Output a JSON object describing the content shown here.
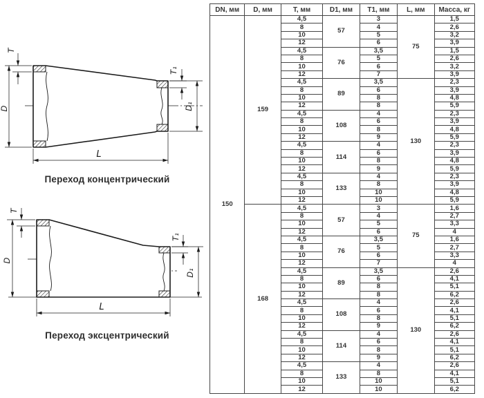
{
  "diagrams": {
    "concentric": {
      "title": "Переход концентрический",
      "labels": {
        "d": "D",
        "d1": "D₁",
        "t": "T",
        "t1": "T₁",
        "l": "L"
      }
    },
    "eccentric": {
      "title": "Переход эксцентрический",
      "labels": {
        "d": "D",
        "d1": "D₁",
        "t": "T",
        "t1": "T₁",
        "l": "L"
      }
    },
    "line_color": "#1b1b1b"
  },
  "table": {
    "headers": [
      "DN, мм",
      "D, мм",
      "T, мм",
      "D1, мм",
      "T1, мм",
      "L, мм",
      "Масса, кг"
    ],
    "dn": "150",
    "groups": [
      {
        "d": "159",
        "blocks": [
          {
            "l": "75",
            "d1_blocks": [
              {
                "d1": "57",
                "rows": [
                  [
                    "4,5",
                    "3",
                    "1,5"
                  ],
                  [
                    "8",
                    "4",
                    "2,6"
                  ],
                  [
                    "10",
                    "5",
                    "3,2"
                  ],
                  [
                    "12",
                    "6",
                    "3,9"
                  ]
                ]
              },
              {
                "d1": "76",
                "rows": [
                  [
                    "4,5",
                    "3,5",
                    "1,5"
                  ],
                  [
                    "8",
                    "5",
                    "2,6"
                  ],
                  [
                    "10",
                    "6",
                    "3,2"
                  ],
                  [
                    "12",
                    "7",
                    "3,9"
                  ]
                ]
              }
            ]
          },
          {
            "l": "130",
            "d1_blocks": [
              {
                "d1": "89",
                "rows": [
                  [
                    "4,5",
                    "3,5",
                    "2,3"
                  ],
                  [
                    "8",
                    "6",
                    "3,9"
                  ],
                  [
                    "10",
                    "8",
                    "4,8"
                  ],
                  [
                    "12",
                    "8",
                    "5,9"
                  ]
                ]
              },
              {
                "d1": "108",
                "rows": [
                  [
                    "4,5",
                    "4",
                    "2,3"
                  ],
                  [
                    "8",
                    "6",
                    "3,9"
                  ],
                  [
                    "10",
                    "8",
                    "4,8"
                  ],
                  [
                    "12",
                    "9",
                    "5,9"
                  ]
                ]
              },
              {
                "d1": "114",
                "rows": [
                  [
                    "4,5",
                    "4",
                    "2,3"
                  ],
                  [
                    "8",
                    "6",
                    "3,9"
                  ],
                  [
                    "10",
                    "8",
                    "4,8"
                  ],
                  [
                    "12",
                    "9",
                    "5,9"
                  ]
                ]
              },
              {
                "d1": "133",
                "rows": [
                  [
                    "4,5",
                    "4",
                    "2,3"
                  ],
                  [
                    "8",
                    "8",
                    "3,9"
                  ],
                  [
                    "10",
                    "10",
                    "4,8"
                  ],
                  [
                    "12",
                    "10",
                    "5,9"
                  ]
                ]
              }
            ]
          }
        ]
      },
      {
        "d": "168",
        "blocks": [
          {
            "l": "75",
            "d1_blocks": [
              {
                "d1": "57",
                "rows": [
                  [
                    "4,5",
                    "3",
                    "1,6"
                  ],
                  [
                    "8",
                    "4",
                    "2,7"
                  ],
                  [
                    "10",
                    "5",
                    "3,3"
                  ],
                  [
                    "12",
                    "6",
                    "4"
                  ]
                ]
              },
              {
                "d1": "76",
                "rows": [
                  [
                    "4,5",
                    "3,5",
                    "1,6"
                  ],
                  [
                    "8",
                    "5",
                    "2,7"
                  ],
                  [
                    "10",
                    "6",
                    "3,3"
                  ],
                  [
                    "12",
                    "7",
                    "4"
                  ]
                ]
              }
            ]
          },
          {
            "l": "130",
            "d1_blocks": [
              {
                "d1": "89",
                "rows": [
                  [
                    "4,5",
                    "3,5",
                    "2,6"
                  ],
                  [
                    "8",
                    "6",
                    "4,1"
                  ],
                  [
                    "10",
                    "8",
                    "5,1"
                  ],
                  [
                    "12",
                    "8",
                    "6,2"
                  ]
                ]
              },
              {
                "d1": "108",
                "rows": [
                  [
                    "4,5",
                    "4",
                    "2,6"
                  ],
                  [
                    "8",
                    "6",
                    "4,1"
                  ],
                  [
                    "10",
                    "8",
                    "5,1"
                  ],
                  [
                    "12",
                    "9",
                    "6,2"
                  ]
                ]
              },
              {
                "d1": "114",
                "rows": [
                  [
                    "4,5",
                    "4",
                    "2,6"
                  ],
                  [
                    "8",
                    "6",
                    "4,1"
                  ],
                  [
                    "10",
                    "8",
                    "5,1"
                  ],
                  [
                    "12",
                    "9",
                    "6,2"
                  ]
                ]
              },
              {
                "d1": "133",
                "rows": [
                  [
                    "4,5",
                    "4",
                    "2,6"
                  ],
                  [
                    "8",
                    "8",
                    "4,1"
                  ],
                  [
                    "10",
                    "10",
                    "5,1"
                  ],
                  [
                    "12",
                    "10",
                    "6,2"
                  ]
                ]
              }
            ]
          }
        ]
      }
    ]
  }
}
